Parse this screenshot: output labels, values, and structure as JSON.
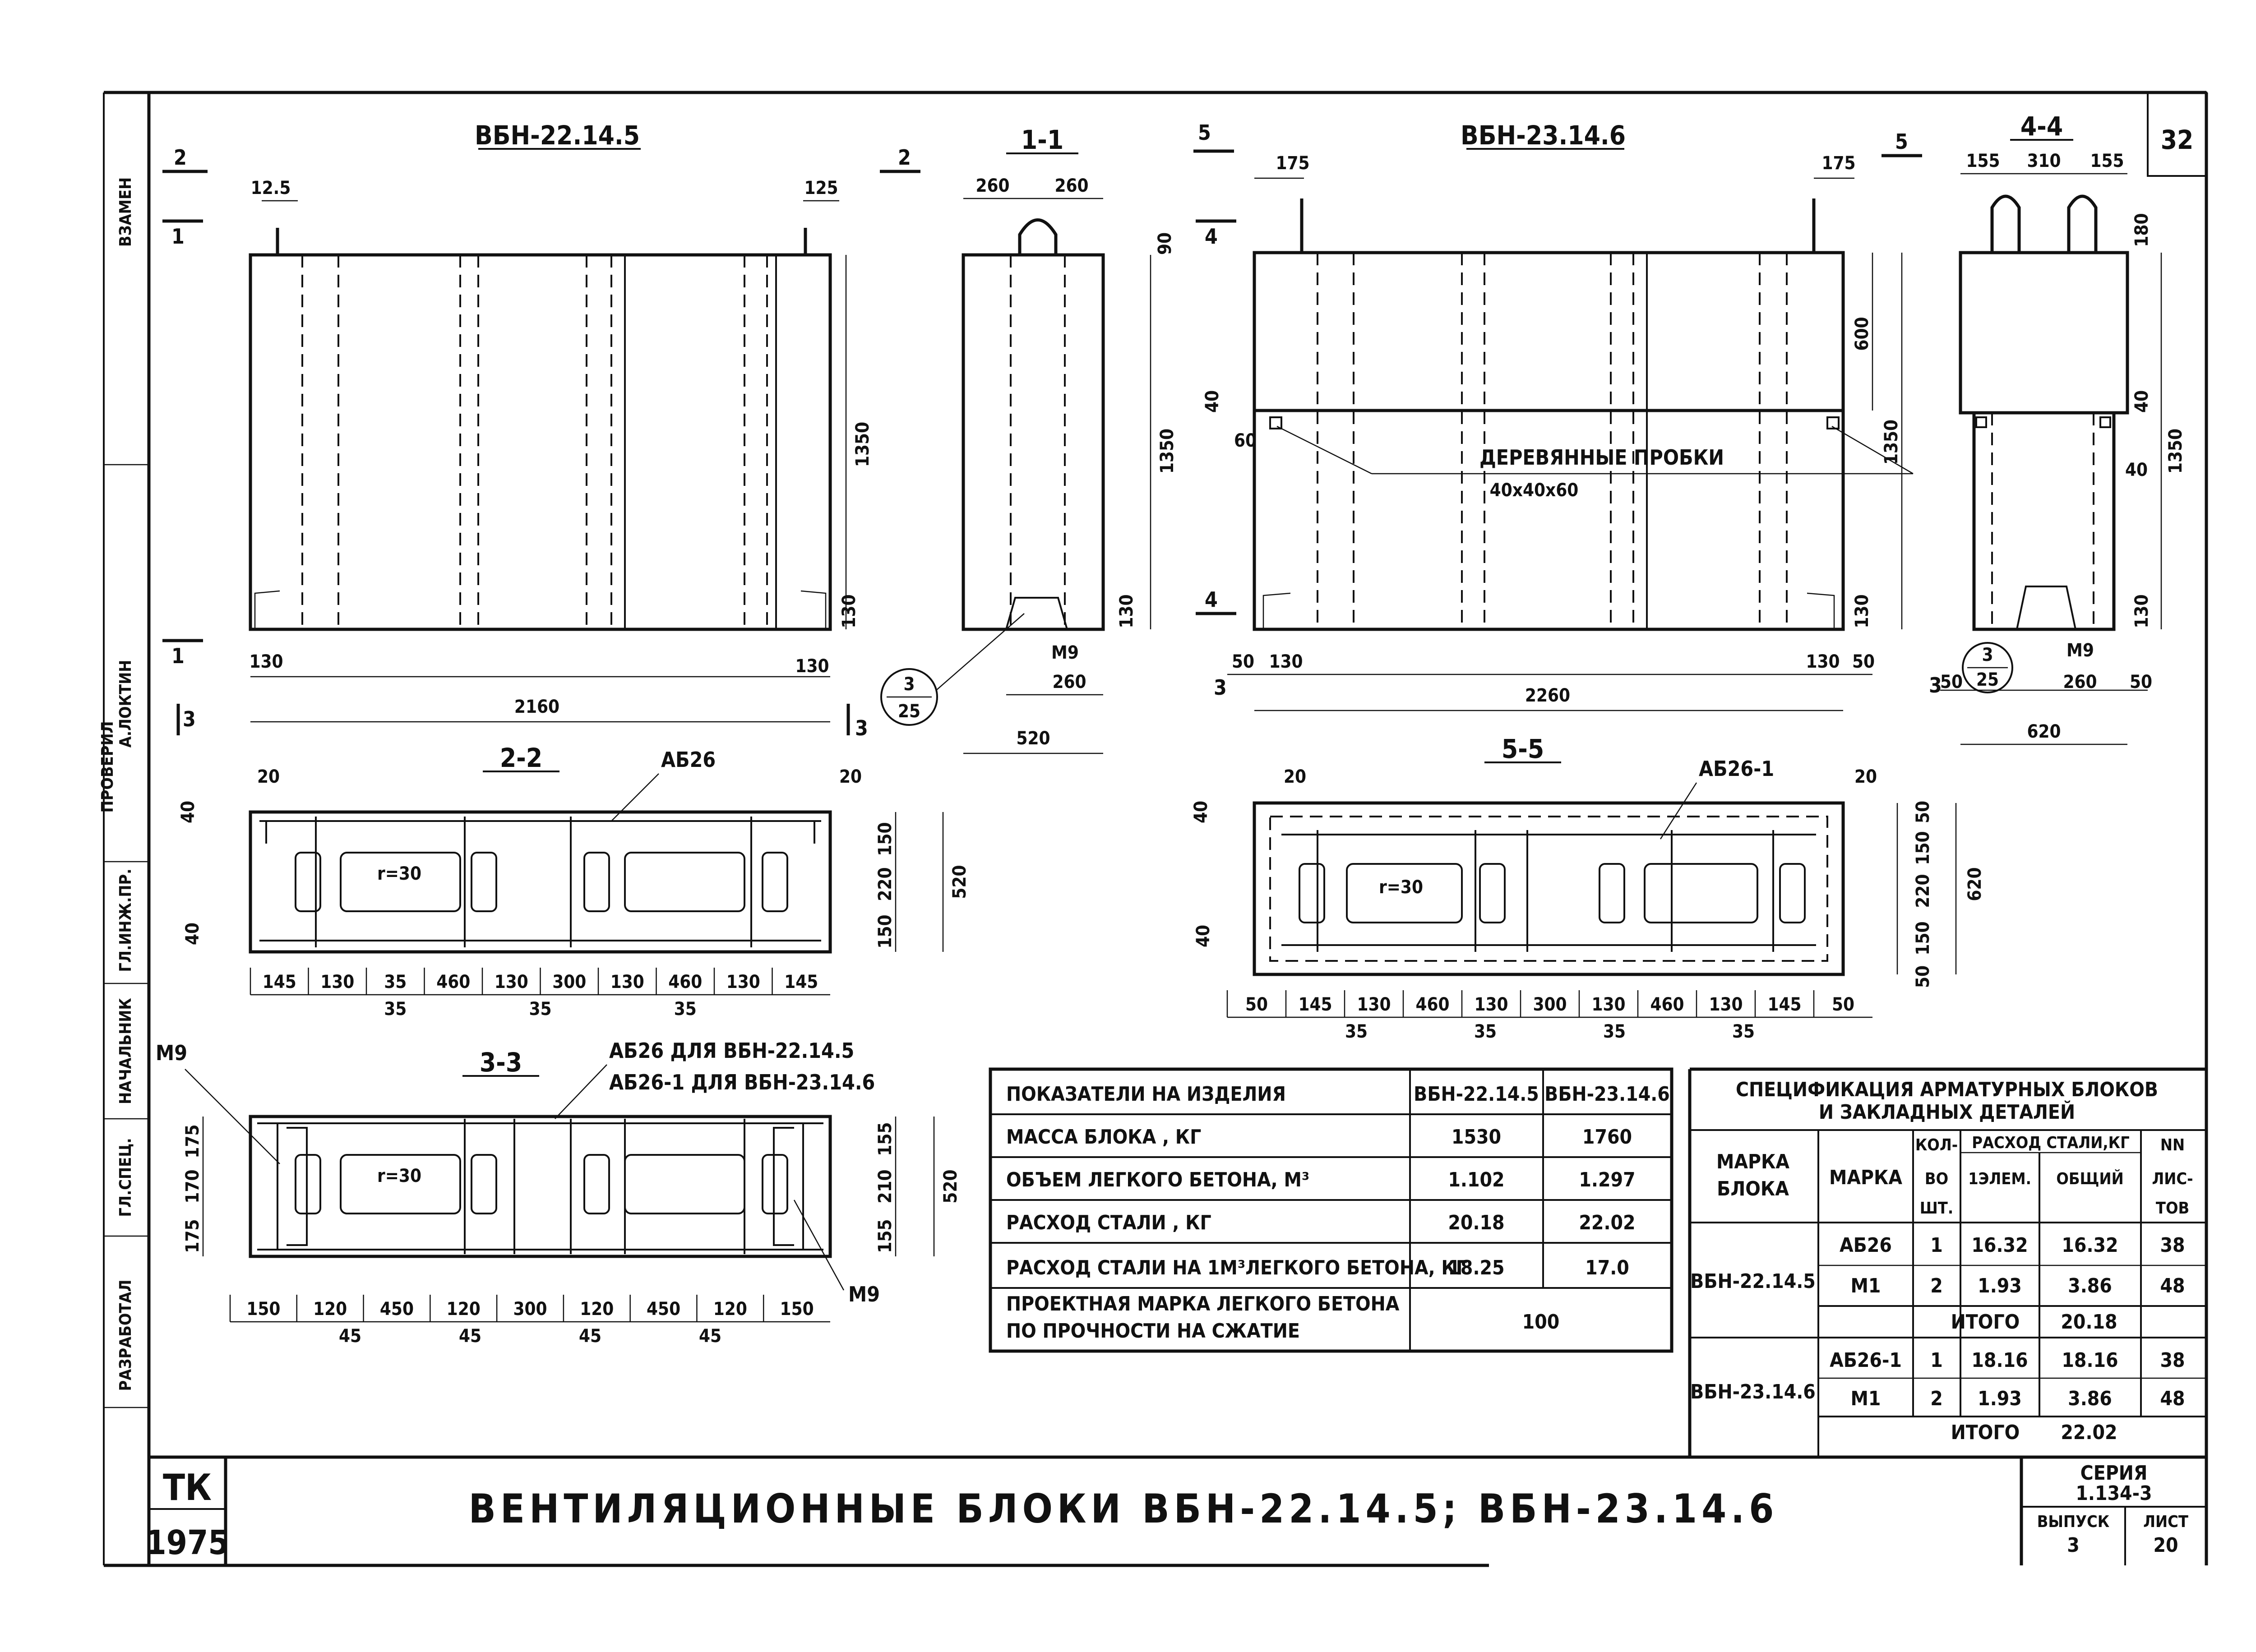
{
  "sheet_number": "32",
  "views": {
    "vbn_22": {
      "title": "ВБН-22.14.5",
      "cut_left": "2",
      "cut_right": "2",
      "cut_1": "1",
      "cut_3": "3",
      "dims": {
        "top_left": "12.5",
        "top_right": "125",
        "height": "1350",
        "foot_right": "130",
        "left_130": "130",
        "right_130": "130",
        "length": "2160"
      }
    },
    "sec_1_1": {
      "title": "1-1",
      "dims": {
        "w1": "260",
        "w2": "260",
        "top": "90",
        "height": "1350",
        "foot": "130",
        "m9": "M9",
        "inner": "260",
        "width": "520"
      }
    },
    "callout": {
      "num": "3",
      "den": "25"
    },
    "vbn_23": {
      "title": "ВБН-23.14.6",
      "cut_5": "5",
      "cut_4": "4",
      "cut_3": "3",
      "dims": {
        "top_left": "175",
        "top_right": "175",
        "upper": "600",
        "height": "1350",
        "foot": "130",
        "d40": "40",
        "d60": "60",
        "left_50": "50",
        "left_130": "130",
        "right_130": "130",
        "right_50": "50",
        "length": "2260"
      },
      "note": "ДЕРЕВЯННЫЕ  ПРОБКИ",
      "note_size": "40х40х60"
    },
    "sec_4_4": {
      "title": "4-4",
      "dims": {
        "a": "155",
        "b": "310",
        "c": "155",
        "top": "180",
        "d40": "40",
        "d40b": "40",
        "height": "1350",
        "foot": "130",
        "m9": "M9",
        "left_50": "50",
        "inner": "260",
        "right_50": "50",
        "width": "620"
      },
      "callout": {
        "num": "3",
        "den": "25"
      }
    },
    "sec_2_2": {
      "title": "2-2",
      "rebar": "АБ26",
      "d20a": "20",
      "d20b": "20",
      "d40a": "40",
      "d40b": "40",
      "r": "r=30",
      "right": [
        "150",
        "220",
        "150"
      ],
      "total": "520",
      "bottom": [
        "145",
        "130",
        "35",
        "460",
        "130",
        "300",
        "130",
        "460",
        "130",
        "145"
      ],
      "bottom2": [
        "35",
        "35",
        "35"
      ]
    },
    "sec_5_5": {
      "title": "5-5",
      "rebar": "АБ26-1",
      "d20a": "20",
      "d20b": "20",
      "d40a": "40",
      "d40b": "40",
      "r": "r=30",
      "right": [
        "50",
        "150",
        "220",
        "150",
        "50"
      ],
      "total": "620",
      "bottom": [
        "50",
        "145",
        "130",
        "460",
        "130",
        "300",
        "130",
        "460",
        "130",
        "145",
        "50"
      ],
      "bottom2": [
        "35",
        "35",
        "35",
        "35"
      ]
    },
    "sec_3_3": {
      "title": "3-3",
      "rebar1": "АБ26 ДЛЯ ВБН-22.14.5",
      "rebar2": "АБ26-1 ДЛЯ ВБН-23.14.6",
      "m9a": "M9",
      "m9b": "M9",
      "r": "r=30",
      "left": [
        "175",
        "170",
        "175"
      ],
      "right": [
        "155",
        "210",
        "155"
      ],
      "total": "520",
      "bottom": [
        "150",
        "120",
        "450",
        "120",
        "300",
        "120",
        "450",
        "120",
        "150"
      ],
      "bottom2": [
        "45",
        "45",
        "45",
        "45"
      ]
    }
  },
  "indicators_table": {
    "headers": [
      "ПОКАЗАТЕЛИ НА ИЗДЕЛИЯ",
      "ВБН-22.14.5",
      "ВБН-23.14.6"
    ],
    "rows": [
      [
        "МАССА БЛОКА , КГ",
        "1530",
        "1760"
      ],
      [
        "ОБЪЕМ ЛЕГКОГО БЕТОНА, М³",
        "1.102",
        "1.297"
      ],
      [
        "РАСХОД СТАЛИ , КГ",
        "20.18",
        "22.02"
      ],
      [
        "РАСХОД СТАЛИ НА 1М³ЛЕГКОГО БЕТОНА, КГ",
        "18.25",
        "17.0"
      ]
    ],
    "last_row_label1": "ПРОЕКТНАЯ МАРКА ЛЕГКОГО БЕТОНА",
    "last_row_label2": "ПО ПРОЧНОСТИ НА СЖАТИЕ",
    "last_row_value": "100"
  },
  "spec_table": {
    "title1": "СПЕЦИФИКАЦИЯ АРМАТУРНЫХ БЛОКОВ",
    "title2": "И ЗАКЛАДНЫХ ДЕТАЛЕЙ",
    "h_block1": "МАРКА",
    "h_block2": "БЛОКА",
    "h_mark": "МАРКА",
    "h_qty1": "КОЛ-",
    "h_qty2": "ВО",
    "h_qty3": "ШТ.",
    "h_steel": "РАСХОД СТАЛИ,КГ",
    "h_elem": "1ЭЛЕМ.",
    "h_total": "ОБЩИЙ",
    "h_nn": "NN",
    "h_sheets1": "ЛИС-",
    "h_sheets2": "ТОВ",
    "groups": [
      {
        "block": "ВБН-22.14.5",
        "rows": [
          [
            "АБ26",
            "1",
            "16.32",
            "16.32",
            "38"
          ],
          [
            "М1",
            "2",
            "1.93",
            "3.86",
            "48"
          ]
        ],
        "itogo": "ИТОГО",
        "sum": "20.18"
      },
      {
        "block": "ВБН-23.14.6",
        "rows": [
          [
            "АБ26-1",
            "1",
            "18.16",
            "18.16",
            "38"
          ],
          [
            "М1",
            "2",
            "1.93",
            "3.86",
            "48"
          ]
        ],
        "itogo": "ИТОГО",
        "sum": "22.02"
      }
    ]
  },
  "title_block": {
    "org": "ТК",
    "year": "1975",
    "title": "ВЕНТИЛЯЦИОННЫЕ БЛОКИ ВБН-22.14.5; ВБН-23.14.6",
    "series_label": "СЕРИЯ",
    "series": "1.134-3",
    "issue_label": "ВЫПУСК",
    "issue": "3",
    "sheet_label": "ЛИСТ",
    "sheet": "20"
  },
  "side_stamp": {
    "s1": "ВЗАМЕН",
    "s2": "А.ЛОКТИН",
    "s3": "ПРОВЕРИЛ",
    "s4": "ГЛ.ИНЖ.ПР.",
    "s5": "НАЧАЛЬНИК",
    "s6": "ГЛ.СПЕЦ.",
    "s7": "РАЗРАБОТАЛ"
  }
}
